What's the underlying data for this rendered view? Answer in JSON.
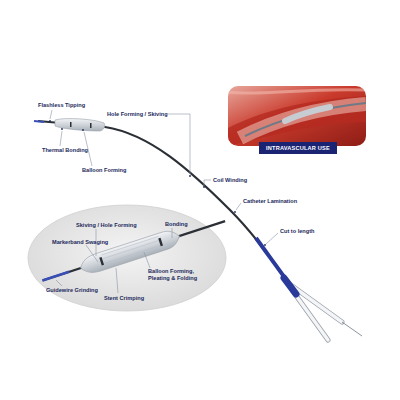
{
  "diagram": {
    "nodes": [
      {
        "text": [
          "INTRAVASCULAR USE"
        ]
      }
    ],
    "labels": [
      "Flashless Tipping",
      "Hole Forming / Skiving",
      "Thermal Bonding",
      "Balloon Forming",
      "Coil Winding",
      "Catheter Lamination",
      "Cut to length",
      "Skiving / Hole Forming",
      "Bonding",
      "Markerband Swaging",
      "Balloon Forming, Pleating & Folding",
      "Guidewire Grinding",
      "Stent Crimping"
    ]
  }
}
